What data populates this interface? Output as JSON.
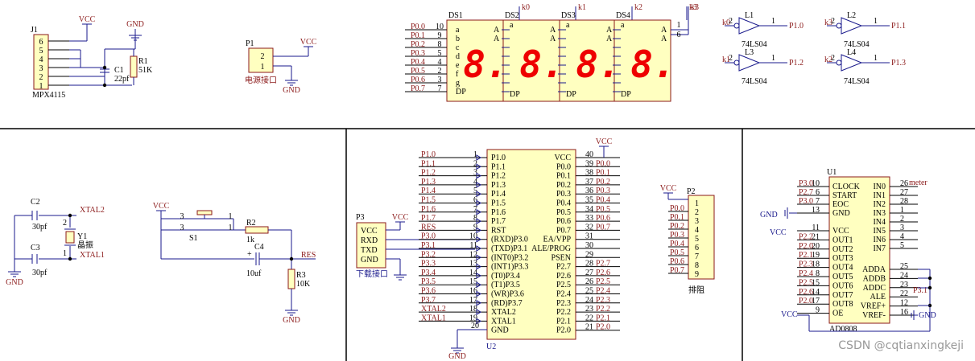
{
  "labels": {
    "j1_ref": "J1",
    "j1_val": "MPX4115",
    "j1_pins": [
      "6",
      "5",
      "4",
      "3",
      "2",
      "1"
    ],
    "vcc": "VCC",
    "gnd": "GND",
    "c1_ref": "C1",
    "c1_val": "22pf",
    "r1_ref": "R1",
    "r1_val": "51K",
    "p1_ref": "P1",
    "p1_pins": [
      "2",
      "1"
    ],
    "p1_name": "电源接口",
    "ds_refs": [
      "DS1",
      "DS2",
      "DS3",
      "DS4"
    ],
    "ds_k": [
      "k0",
      "k1",
      "k2",
      "k3"
    ],
    "ds_segs": [
      "a",
      "b",
      "c",
      "d",
      "e",
      "f",
      "g",
      "DP"
    ],
    "ds_pinnums": [
      "10",
      "9",
      "8",
      "5",
      "4",
      "2",
      "3",
      "7"
    ],
    "ds_net": [
      "P0.0",
      "P0.1",
      "P0.2",
      "P0.3",
      "P0.4",
      "P0.5",
      "P0.6",
      "P0.7"
    ],
    "ds_a": "A",
    "ds_a_pins": [
      "1",
      "6"
    ],
    "digit_glyph": "8.",
    "inv": [
      {
        "ref": "L1",
        "in": "k0",
        "out": "P1.0",
        "pin_in": "2",
        "pin_out": "1",
        "type": "74LS04"
      },
      {
        "ref": "L2",
        "in": "k3",
        "out": "P1.1",
        "pin_in": "2",
        "pin_out": "1",
        "type": "74LS04"
      },
      {
        "ref": "L3",
        "in": "k1",
        "out": "P1.2",
        "pin_in": "2",
        "pin_out": "1",
        "type": "74LS04"
      },
      {
        "ref": "L4",
        "in": "k2",
        "out": "P1.3",
        "pin_in": "2",
        "pin_out": "1",
        "type": "74LS04"
      }
    ],
    "c2_ref": "C2",
    "c2_val": "30pf",
    "c3_ref": "C3",
    "c3_val": "30pf",
    "y1_ref": "Y1",
    "y1_name": "晶振",
    "xtal2": "XTAL2",
    "xtal1": "XTAL1",
    "s1_ref": "S1",
    "s1_pins": [
      "1",
      "1",
      "3",
      "3"
    ],
    "r2_ref": "R2",
    "r2_val": "1k",
    "c4_ref": "C4",
    "c4_val": "10uf",
    "r3_ref": "R3",
    "r3_val": "10K",
    "res": "RES",
    "plus": "+",
    "p3_ref": "P3",
    "p3_pins": [
      "VCC",
      "RXD",
      "TXD",
      "GND"
    ],
    "p3_name": "下载接口",
    "u2_ref": "U2",
    "u2_left_net": [
      "P1.0",
      "P1.1",
      "P1.2",
      "P1.3",
      "P1.4",
      "P1.5",
      "P1.6",
      "P1.7",
      "RES",
      "P3.0",
      "P3.1",
      "P3.2",
      "P3.3",
      "P3.4",
      "P3.5",
      "P3.6",
      "P3.7",
      "XTAL2",
      "XTAL1"
    ],
    "u2_left_num": [
      "1",
      "2",
      "3",
      "4",
      "5",
      "6",
      "7",
      "8",
      "9",
      "10",
      "11",
      "12",
      "13",
      "14",
      "15",
      "16",
      "17",
      "18",
      "19"
    ],
    "u2_left_name": [
      "P1.0",
      "P1.1",
      "P1.2",
      "P1.3",
      "P1.4",
      "P1.5",
      "P1.6",
      "P1.7",
      "RST",
      "(RXD)P3.0",
      "(TXD)P3.1",
      "(INT0)P3.2",
      "(INT1)P3.3",
      "(T0)P3.4",
      "(T1)P3.5",
      "(WR)P3.6",
      "(RD)P3.7",
      "XTAL2",
      "XTAL1",
      "GND"
    ],
    "u2_gnd_num": "20",
    "u2_right_name": [
      "VCC",
      "P0.0",
      "P0.1",
      "P0.2",
      "P0.3",
      "P0.4",
      "P0.5",
      "P0.6",
      "P0.7",
      "EA/VPP",
      "ALE/PROG",
      "PSEN",
      "P2.7",
      "P2.6",
      "P2.5",
      "P2.4",
      "P2.3",
      "P2.2",
      "P2.1",
      "P2.0"
    ],
    "u2_right_num": [
      "40",
      "39",
      "38",
      "37",
      "36",
      "35",
      "34",
      "33",
      "32",
      "31",
      "30",
      "29",
      "28",
      "27",
      "26",
      "25",
      "24",
      "23",
      "22",
      "21"
    ],
    "u2_right_net": [
      "",
      "P0.0",
      "P0.1",
      "P0.2",
      "P0.3",
      "P0.4",
      "P0.5",
      "P0.6",
      "P0.7",
      "",
      "",
      "",
      "P2.7",
      "P2.6",
      "P2.5",
      "P2.4",
      "P2.3",
      "P2.2",
      "P2.1",
      "P2.0"
    ],
    "p2_ref": "P2",
    "p2_name": "排阻",
    "p2_net": [
      "P0.0",
      "P0.1",
      "P0.2",
      "P0.3",
      "P0.4",
      "P0.5",
      "P0.6",
      "P0.7"
    ],
    "p2_pins": [
      "1",
      "2",
      "3",
      "4",
      "5",
      "6",
      "7",
      "8",
      "9"
    ],
    "u1_ref": "U1",
    "u1_val": "AD0808",
    "u1_left_net": [
      "P3.0",
      "P2.7",
      "P3.0",
      "",
      "",
      "P2.2",
      "P2.0",
      "P2.1",
      "P2.3",
      "P2.4",
      "P2.5",
      "P2.6",
      "P2.0"
    ],
    "u1_left_num": [
      "10",
      "6",
      "7",
      "13",
      "11",
      "21",
      "20",
      "19",
      "18",
      "8",
      "15",
      "14",
      "17",
      "9"
    ],
    "u1_left_name": [
      "CLOCK",
      "START",
      "EOC",
      "GND",
      "VCC",
      "OUT1",
      "OUT2",
      "OUT3",
      "OUT4",
      "OUT5",
      "OUT6",
      "OUT7",
      "OUT8",
      "OE"
    ],
    "u1_right_name": [
      "IN0",
      "IN1",
      "IN2",
      "IN3",
      "IN4",
      "IN5",
      "IN6",
      "IN7",
      "ADDA",
      "ADDB",
      "ADDC",
      "ALE",
      "VREF+",
      "VREF-"
    ],
    "u1_right_num": [
      "26",
      "27",
      "28",
      "1",
      "2",
      "3",
      "4",
      "5",
      "25",
      "24",
      "23",
      "22",
      "12",
      "16"
    ],
    "meter": "meter",
    "p31": "P3.1",
    "watermark": "CSDN @cqtianxingkeji"
  }
}
